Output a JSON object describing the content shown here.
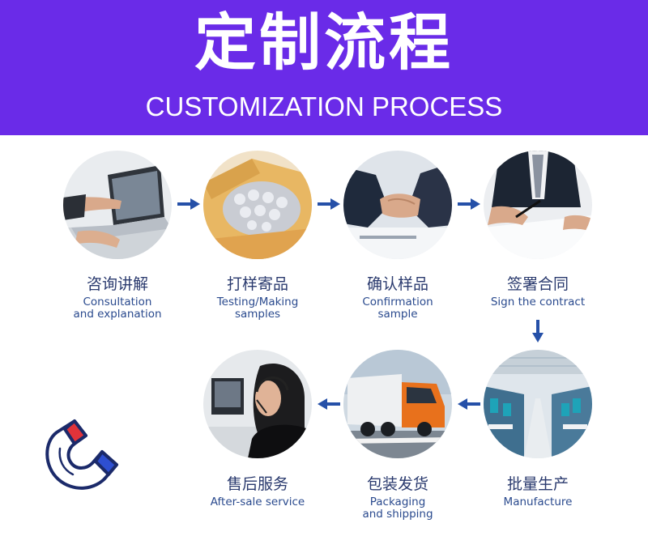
{
  "header": {
    "title_cn": "定制流程",
    "title_en": "CUSTOMIZATION PROCESS",
    "background": "#6a2be8"
  },
  "steps": [
    {
      "cn": "咨询讲解",
      "en1": "Consultation",
      "en2": "and explanation",
      "icon": "laptop-hand-photo"
    },
    {
      "cn": "打样寄品",
      "en1": "Testing/Making",
      "en2": "samples",
      "icon": "box-bubble-wrap-photo"
    },
    {
      "cn": "确认样品",
      "en1": "Confirmation",
      "en2": "sample",
      "icon": "handshake-photo"
    },
    {
      "cn": "签署合同",
      "en1": "Sign the contract",
      "en2": "",
      "icon": "signing-photo"
    },
    {
      "cn": "批量生产",
      "en1": "Manufacture",
      "en2": "",
      "icon": "factory-photo"
    },
    {
      "cn": "包装发货",
      "en1": "Packaging",
      "en2": "and shipping",
      "icon": "truck-photo"
    },
    {
      "cn": "售后服务",
      "en1": "After-sale service",
      "en2": "",
      "icon": "headset-agent-photo"
    }
  ],
  "colors": {
    "arrow": "#2550a8",
    "text_cn": "#2a3a6e",
    "text_en": "#2a4a8e"
  },
  "decor": {
    "icon": "magnet-icon"
  }
}
